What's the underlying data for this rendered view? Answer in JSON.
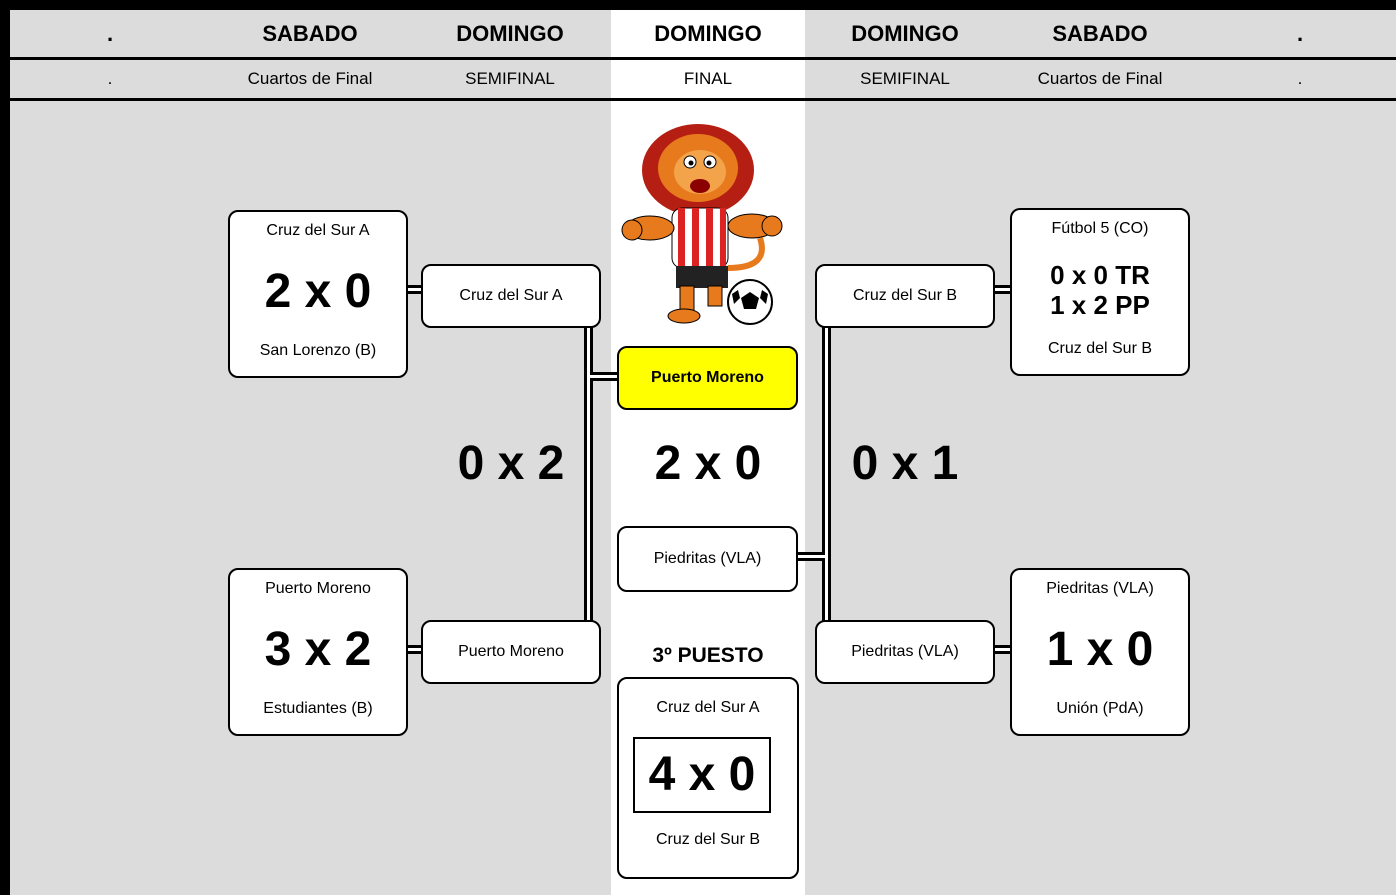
{
  "header": {
    "days": [
      ".",
      "SABADO",
      "DOMINGO",
      "DOMINGO",
      "DOMINGO",
      "SABADO",
      "."
    ],
    "stages": [
      ".",
      "Cuartos de Final",
      "SEMIFINAL",
      "FINAL",
      "SEMIFINAL",
      "Cuartos de Final",
      "."
    ]
  },
  "quarterfinals": {
    "left_top": {
      "team1": "Cruz del Sur A",
      "score": "2 x 0",
      "team2": "San Lorenzo (B)"
    },
    "left_bottom": {
      "team1": "Puerto Moreno",
      "score": "3 x 2",
      "team2": "Estudiantes (B)"
    },
    "right_top": {
      "team1": "Fútbol 5 (CO)",
      "score_line1": "0 x 0 TR",
      "score_line2": "1 x 2 PP",
      "team2": "Cruz del Sur B"
    },
    "right_bottom": {
      "team1": "Piedritas (VLA)",
      "score": "1 x 0",
      "team2": "Unión (PdA)"
    }
  },
  "semifinals": {
    "left": {
      "team_top": "Cruz del Sur A",
      "team_bottom": "Puerto Moreno",
      "score": "0 x 2"
    },
    "right": {
      "team_top": "Cruz del Sur B",
      "team_bottom": "Piedritas (VLA)",
      "score": "0 x 1"
    }
  },
  "final": {
    "winner": "Puerto Moreno",
    "score": "2 x 0",
    "runner_up": "Piedritas (VLA)"
  },
  "third_place": {
    "title": "3º PUESTO",
    "team1": "Cruz del Sur A",
    "score": "4 x 0",
    "team2": "Cruz del Sur B"
  },
  "mascot": {
    "icon": "lion-mascot-icon"
  },
  "colors": {
    "background": "#dcdcdc",
    "highlight": "#ffff00",
    "center": "#ffffff"
  }
}
